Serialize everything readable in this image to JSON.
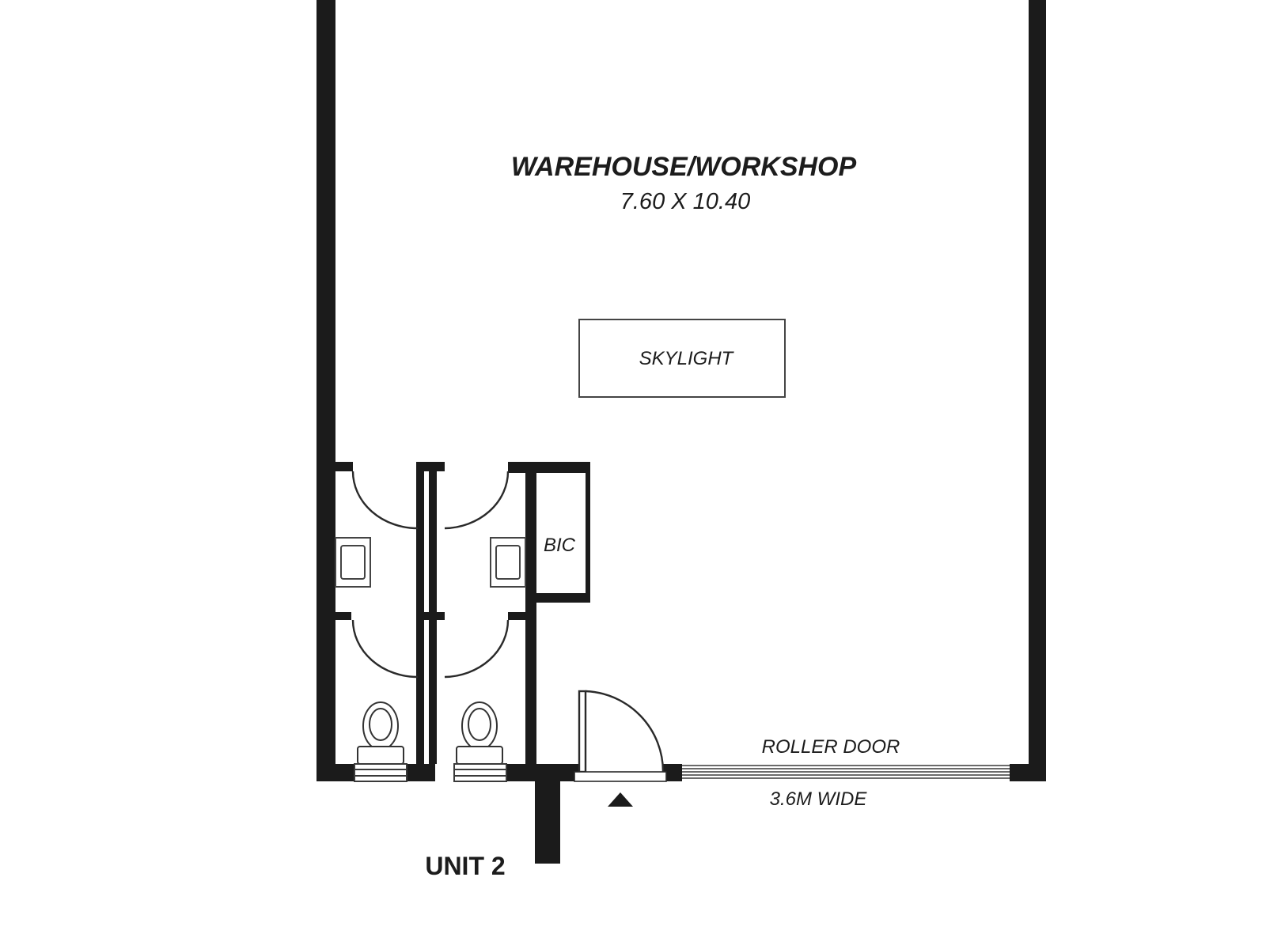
{
  "rooms": {
    "warehouse": {
      "name": "WAREHOUSE/WORKSHOP",
      "dimensions": "7.60 X 10.40"
    },
    "skylight": {
      "label": "SKYLIGHT"
    },
    "cupboard": {
      "label": "BIC"
    }
  },
  "doors": {
    "roller_door": {
      "label": "ROLLER DOOR",
      "width_note": "3.6M WIDE"
    }
  },
  "unit": {
    "label": "UNIT 2"
  },
  "colors": {
    "wall": "#1b1b1b",
    "line": "#2a2a2a",
    "background": "#ffffff"
  },
  "icons": [
    "entry-arrow-icon",
    "toilet-icon",
    "basin-icon",
    "door-swing-icon"
  ]
}
